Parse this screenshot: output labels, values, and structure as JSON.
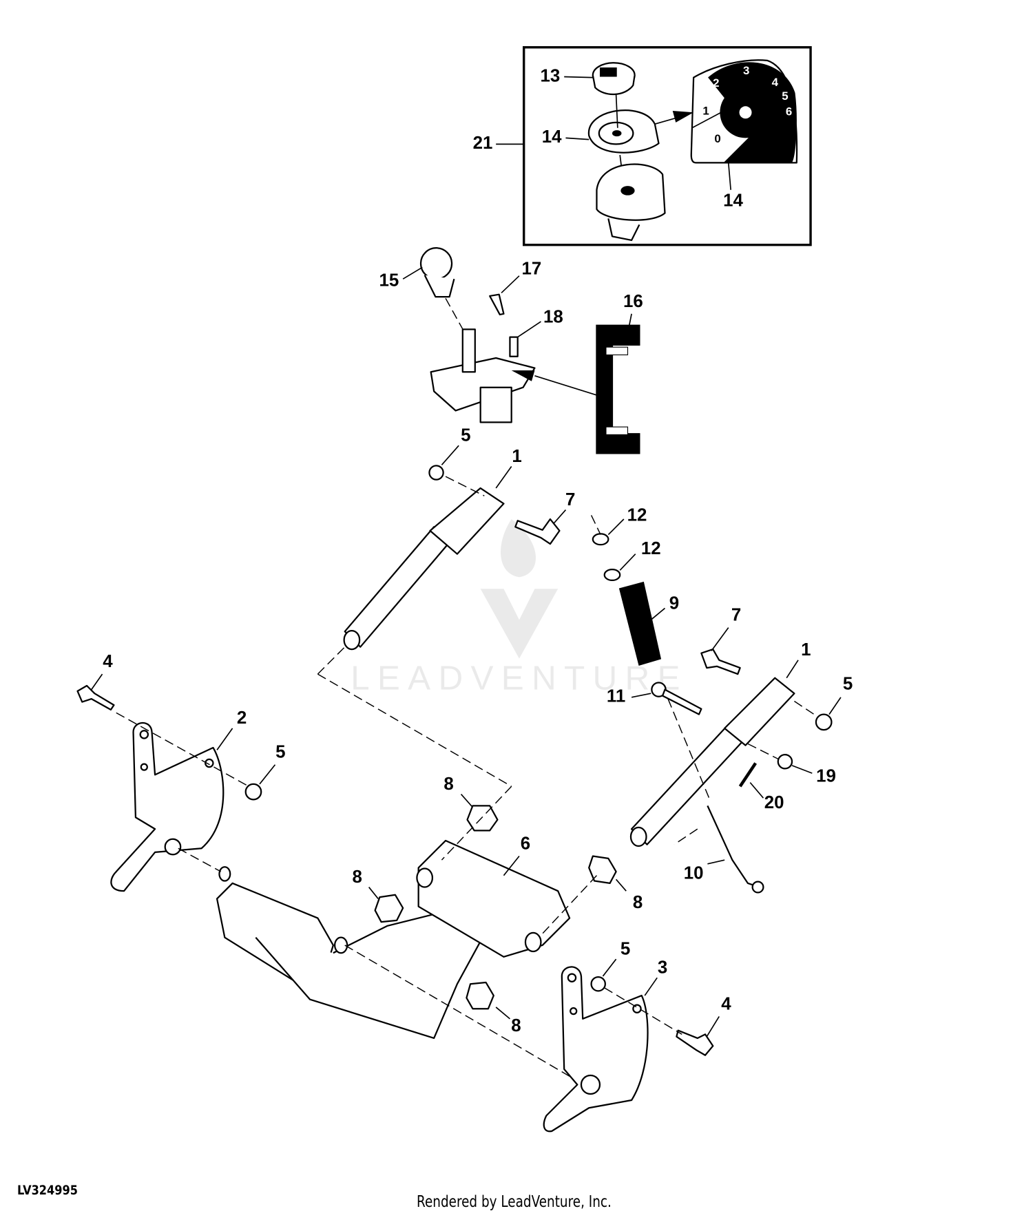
{
  "diagram_id": "LV324995",
  "footer": "Rendered by LeadVenture, Inc.",
  "watermark": "LEADVENTURE",
  "callouts": [
    "13",
    "14",
    "21",
    "14",
    "15",
    "17",
    "18",
    "16",
    "5",
    "1",
    "7",
    "12",
    "12",
    "9",
    "7",
    "1",
    "5",
    "11",
    "19",
    "20",
    "10",
    "4",
    "2",
    "5",
    "8",
    "6",
    "8",
    "8",
    "5",
    "3",
    "4",
    "8"
  ],
  "dial_marks": [
    "3",
    "2",
    "4",
    "5",
    "1",
    "6",
    "0"
  ]
}
